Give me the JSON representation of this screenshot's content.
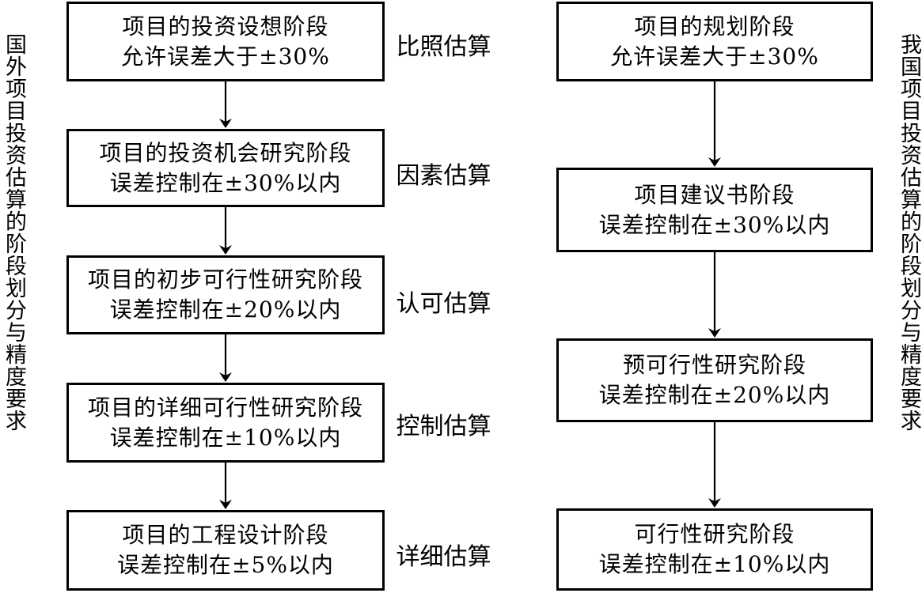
{
  "left_title": "国外项目投资估算的阶段划分与精度要求",
  "right_title": "我国项目投资估算的阶段划分与精度要求",
  "left_column": [
    {
      "stage": "项目的投资设想阶段",
      "precision": "允许误差大于±30%",
      "estimate": "比照估算"
    },
    {
      "stage": "项目的投资机会研究阶段",
      "precision": "误差控制在±30%以内",
      "estimate": "因素估算"
    },
    {
      "stage": "项目的初步可行性研究阶段",
      "precision": "误差控制在±20%以内",
      "estimate": "认可估算"
    },
    {
      "stage": "项目的详细可行性研究阶段",
      "precision": "误差控制在±10%以内",
      "estimate": "控制估算"
    },
    {
      "stage": "项目的工程设计阶段",
      "precision": "误差控制在±5%以内",
      "estimate": "详细估算"
    }
  ],
  "right_column": [
    {
      "stage": "项目的规划阶段",
      "precision": "允许误差大于±30%"
    },
    {
      "stage": "项目建议书阶段",
      "precision": "误差控制在±30%以内"
    },
    {
      "stage": "预可行性研究阶段",
      "precision": "误差控制在±20%以内"
    },
    {
      "stage": "可行性研究阶段",
      "precision": "误差控制在±10%以内"
    }
  ]
}
